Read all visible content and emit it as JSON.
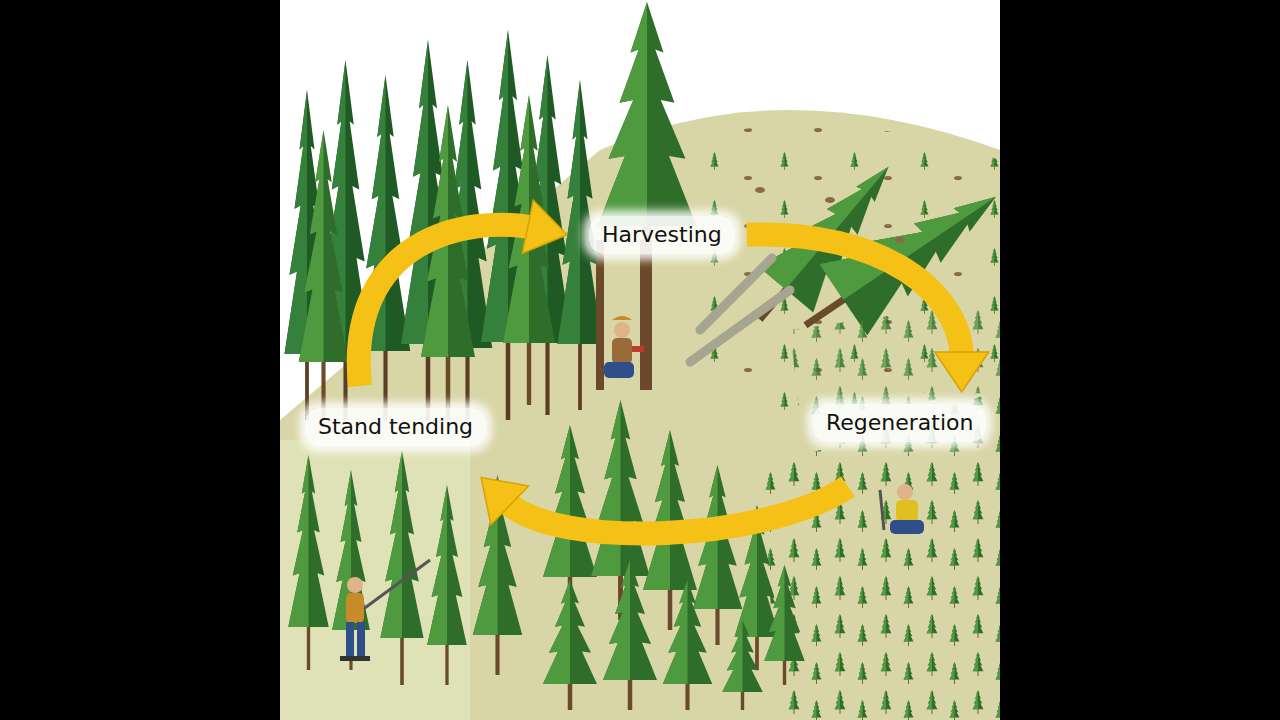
{
  "diagram": {
    "nodes": [
      {
        "text": [
          "Harvesting"
        ]
      },
      {
        "text": [
          "Regeneration"
        ]
      },
      {
        "text": [
          "Stand tending"
        ]
      }
    ],
    "edges": [
      {
        "from": 0,
        "to": 1,
        "arrow": "to"
      },
      {
        "from": 1,
        "to": 2,
        "arrow": "to"
      },
      {
        "from": 2,
        "to": 0,
        "arrow": "to"
      }
    ]
  }
}
